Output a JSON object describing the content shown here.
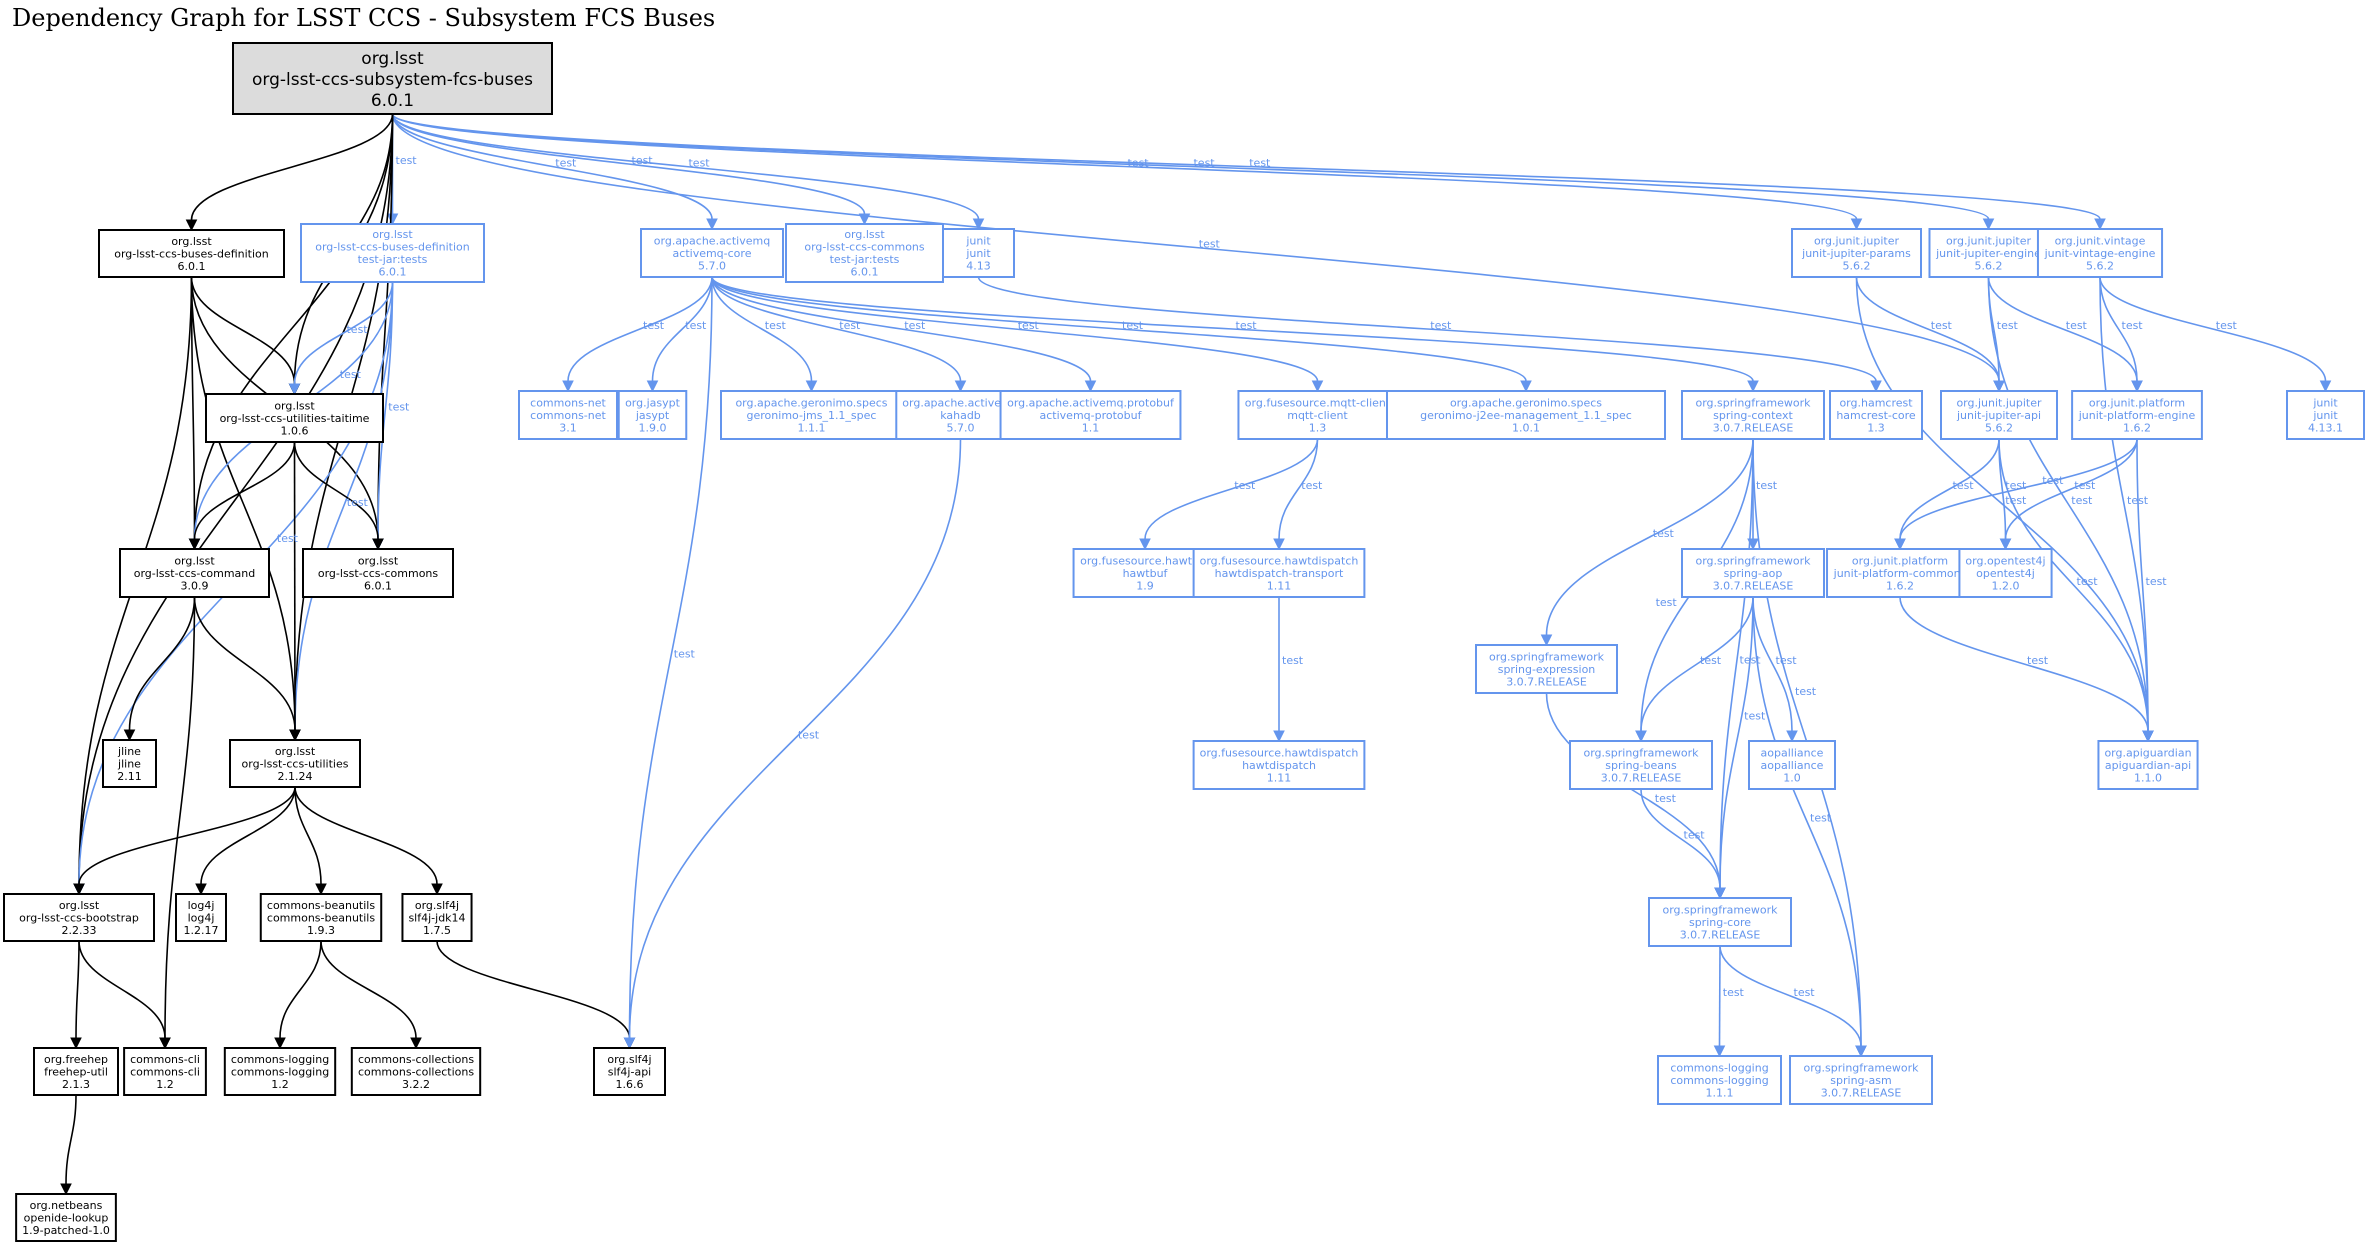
{
  "title": "Dependency Graph for LSST CCS - Subsystem FCS Buses",
  "colors": {
    "compile": "#000000",
    "test": "#6495ED",
    "root_fill": "#dcdcdc"
  },
  "edge_label": "test",
  "nodes": [
    {
      "id": "root",
      "scope": "root",
      "lines": [
        "org.lsst",
        "org-lsst-ccs-subsystem-fcs-buses",
        "6.0.1"
      ]
    },
    {
      "id": "busdef",
      "scope": "compile",
      "lines": [
        "org.lsst",
        "org-lsst-ccs-buses-definition",
        "6.0.1"
      ]
    },
    {
      "id": "busdeftest",
      "scope": "test",
      "lines": [
        "org.lsst",
        "org-lsst-ccs-buses-definition",
        "test-jar:tests",
        "6.0.1"
      ]
    },
    {
      "id": "amqcore",
      "scope": "test",
      "lines": [
        "org.apache.activemq",
        "activemq-core",
        "5.7.0"
      ]
    },
    {
      "id": "commonstest",
      "scope": "test",
      "lines": [
        "org.lsst",
        "org-lsst-ccs-commons",
        "test-jar:tests",
        "6.0.1"
      ]
    },
    {
      "id": "junit413",
      "scope": "test",
      "lines": [
        "junit",
        "junit",
        "4.13"
      ]
    },
    {
      "id": "jparams",
      "scope": "test",
      "lines": [
        "org.junit.jupiter",
        "junit-jupiter-params",
        "5.6.2"
      ]
    },
    {
      "id": "jengine",
      "scope": "test",
      "lines": [
        "org.junit.jupiter",
        "junit-jupiter-engine",
        "5.6.2"
      ]
    },
    {
      "id": "vengine",
      "scope": "test",
      "lines": [
        "org.junit.vintage",
        "junit-vintage-engine",
        "5.6.2"
      ]
    },
    {
      "id": "taitime",
      "scope": "compile",
      "lines": [
        "org.lsst",
        "org-lsst-ccs-utilities-taitime",
        "1.0.6"
      ]
    },
    {
      "id": "commonsnet",
      "scope": "test",
      "lines": [
        "commons-net",
        "commons-net",
        "3.1"
      ]
    },
    {
      "id": "jasypt",
      "scope": "test",
      "lines": [
        "org.jasypt",
        "jasypt",
        "1.9.0"
      ]
    },
    {
      "id": "jms",
      "scope": "test",
      "lines": [
        "org.apache.geronimo.specs",
        "geronimo-jms_1.1_spec",
        "1.1.1"
      ]
    },
    {
      "id": "kahadb",
      "scope": "test",
      "lines": [
        "org.apache.activemq",
        "kahadb",
        "5.7.0"
      ]
    },
    {
      "id": "protobuf",
      "scope": "test",
      "lines": [
        "org.apache.activemq.protobuf",
        "activemq-protobuf",
        "1.1"
      ]
    },
    {
      "id": "mqtt",
      "scope": "test",
      "lines": [
        "org.fusesource.mqtt-client",
        "mqtt-client",
        "1.3"
      ]
    },
    {
      "id": "j2ee",
      "scope": "test",
      "lines": [
        "org.apache.geronimo.specs",
        "geronimo-j2ee-management_1.1_spec",
        "1.0.1"
      ]
    },
    {
      "id": "spctx",
      "scope": "test",
      "lines": [
        "org.springframework",
        "spring-context",
        "3.0.7.RELEASE"
      ]
    },
    {
      "id": "hamcrest",
      "scope": "test",
      "lines": [
        "org.hamcrest",
        "hamcrest-core",
        "1.3"
      ]
    },
    {
      "id": "japi",
      "scope": "test",
      "lines": [
        "org.junit.jupiter",
        "junit-jupiter-api",
        "5.6.2"
      ]
    },
    {
      "id": "pengine",
      "scope": "test",
      "lines": [
        "org.junit.platform",
        "junit-platform-engine",
        "1.6.2"
      ]
    },
    {
      "id": "junit4131",
      "scope": "test",
      "lines": [
        "junit",
        "junit",
        "4.13.1"
      ]
    },
    {
      "id": "command",
      "scope": "compile",
      "lines": [
        "org.lsst",
        "org-lsst-ccs-command",
        "3.0.9"
      ]
    },
    {
      "id": "commons",
      "scope": "compile",
      "lines": [
        "org.lsst",
        "org-lsst-ccs-commons",
        "6.0.1"
      ]
    },
    {
      "id": "hawtbuf",
      "scope": "test",
      "lines": [
        "org.fusesource.hawtbuf",
        "hawtbuf",
        "1.9"
      ]
    },
    {
      "id": "hdtransport",
      "scope": "test",
      "lines": [
        "org.fusesource.hawtdispatch",
        "hawtdispatch-transport",
        "1.11"
      ]
    },
    {
      "id": "spaop",
      "scope": "test",
      "lines": [
        "org.springframework",
        "spring-aop",
        "3.0.7.RELEASE"
      ]
    },
    {
      "id": "pcommons",
      "scope": "test",
      "lines": [
        "org.junit.platform",
        "junit-platform-commons",
        "1.6.2"
      ]
    },
    {
      "id": "opentest4j",
      "scope": "test",
      "lines": [
        "org.opentest4j",
        "opentest4j",
        "1.2.0"
      ]
    },
    {
      "id": "spexpr",
      "scope": "test",
      "lines": [
        "org.springframework",
        "spring-expression",
        "3.0.7.RELEASE"
      ]
    },
    {
      "id": "jline",
      "scope": "compile",
      "lines": [
        "jline",
        "jline",
        "2.11"
      ]
    },
    {
      "id": "utilities",
      "scope": "compile",
      "lines": [
        "org.lsst",
        "org-lsst-ccs-utilities",
        "2.1.24"
      ]
    },
    {
      "id": "hawtdispatch",
      "scope": "test",
      "lines": [
        "org.fusesource.hawtdispatch",
        "hawtdispatch",
        "1.11"
      ]
    },
    {
      "id": "spbeans",
      "scope": "test",
      "lines": [
        "org.springframework",
        "spring-beans",
        "3.0.7.RELEASE"
      ]
    },
    {
      "id": "aopalliance",
      "scope": "test",
      "lines": [
        "aopalliance",
        "aopalliance",
        "1.0"
      ]
    },
    {
      "id": "apiguardian",
      "scope": "test",
      "lines": [
        "org.apiguardian",
        "apiguardian-api",
        "1.1.0"
      ]
    },
    {
      "id": "bootstrap",
      "scope": "compile",
      "lines": [
        "org.lsst",
        "org-lsst-ccs-bootstrap",
        "2.2.33"
      ]
    },
    {
      "id": "log4j",
      "scope": "compile",
      "lines": [
        "log4j",
        "log4j",
        "1.2.17"
      ]
    },
    {
      "id": "beanutils",
      "scope": "compile",
      "lines": [
        "commons-beanutils",
        "commons-beanutils",
        "1.9.3"
      ]
    },
    {
      "id": "slf4jjdk",
      "scope": "compile",
      "lines": [
        "org.slf4j",
        "slf4j-jdk14",
        "1.7.5"
      ]
    },
    {
      "id": "spcore",
      "scope": "test",
      "lines": [
        "org.springframework",
        "spring-core",
        "3.0.7.RELEASE"
      ]
    },
    {
      "id": "freehep",
      "scope": "compile",
      "lines": [
        "org.freehep",
        "freehep-util",
        "2.1.3"
      ]
    },
    {
      "id": "commonscli",
      "scope": "compile",
      "lines": [
        "commons-cli",
        "commons-cli",
        "1.2"
      ]
    },
    {
      "id": "commonslogging",
      "scope": "compile",
      "lines": [
        "commons-logging",
        "commons-logging",
        "1.2"
      ]
    },
    {
      "id": "collections",
      "scope": "compile",
      "lines": [
        "commons-collections",
        "commons-collections",
        "3.2.2"
      ]
    },
    {
      "id": "slf4japi",
      "scope": "compile",
      "lines": [
        "org.slf4j",
        "slf4j-api",
        "1.6.6"
      ]
    },
    {
      "id": "cl111",
      "scope": "test",
      "lines": [
        "commons-logging",
        "commons-logging",
        "1.1.1"
      ]
    },
    {
      "id": "spasm",
      "scope": "test",
      "lines": [
        "org.springframework",
        "spring-asm",
        "3.0.7.RELEASE"
      ]
    },
    {
      "id": "openide",
      "scope": "compile",
      "lines": [
        "org.netbeans",
        "openide-lookup",
        "1.9-patched-1.0"
      ]
    }
  ],
  "edges": [
    {
      "from": "root",
      "to": "busdef",
      "scope": "compile"
    },
    {
      "from": "root",
      "to": "busdeftest",
      "scope": "test"
    },
    {
      "from": "root",
      "to": "amqcore",
      "scope": "test"
    },
    {
      "from": "root",
      "to": "commonstest",
      "scope": "test"
    },
    {
      "from": "root",
      "to": "junit413",
      "scope": "test"
    },
    {
      "from": "root",
      "to": "japi",
      "scope": "test"
    },
    {
      "from": "root",
      "to": "jparams",
      "scope": "test"
    },
    {
      "from": "root",
      "to": "jengine",
      "scope": "test"
    },
    {
      "from": "root",
      "to": "vengine",
      "scope": "test"
    },
    {
      "from": "root",
      "to": "taitime",
      "scope": "compile"
    },
    {
      "from": "root",
      "to": "command",
      "scope": "compile"
    },
    {
      "from": "root",
      "to": "commons",
      "scope": "compile"
    },
    {
      "from": "root",
      "to": "utilities",
      "scope": "compile"
    },
    {
      "from": "root",
      "to": "bootstrap",
      "scope": "compile"
    },
    {
      "from": "busdef",
      "to": "taitime",
      "scope": "compile"
    },
    {
      "from": "busdef",
      "to": "command",
      "scope": "compile"
    },
    {
      "from": "busdef",
      "to": "commons",
      "scope": "compile"
    },
    {
      "from": "busdef",
      "to": "utilities",
      "scope": "compile"
    },
    {
      "from": "busdef",
      "to": "bootstrap",
      "scope": "compile"
    },
    {
      "from": "busdeftest",
      "to": "taitime",
      "scope": "test"
    },
    {
      "from": "busdeftest",
      "to": "command",
      "scope": "test"
    },
    {
      "from": "busdeftest",
      "to": "commons",
      "scope": "test"
    },
    {
      "from": "busdeftest",
      "to": "utilities",
      "scope": "test"
    },
    {
      "from": "busdeftest",
      "to": "bootstrap",
      "scope": "test"
    },
    {
      "from": "taitime",
      "to": "command",
      "scope": "compile"
    },
    {
      "from": "taitime",
      "to": "commons",
      "scope": "compile"
    },
    {
      "from": "taitime",
      "to": "utilities",
      "scope": "compile"
    },
    {
      "from": "command",
      "to": "jline",
      "scope": "compile"
    },
    {
      "from": "command",
      "to": "utilities",
      "scope": "compile"
    },
    {
      "from": "command",
      "to": "commonscli",
      "scope": "compile"
    },
    {
      "from": "utilities",
      "to": "bootstrap",
      "scope": "compile"
    },
    {
      "from": "utilities",
      "to": "log4j",
      "scope": "compile"
    },
    {
      "from": "utilities",
      "to": "beanutils",
      "scope": "compile"
    },
    {
      "from": "utilities",
      "to": "slf4jjdk",
      "scope": "compile"
    },
    {
      "from": "bootstrap",
      "to": "freehep",
      "scope": "compile"
    },
    {
      "from": "bootstrap",
      "to": "commonscli",
      "scope": "compile"
    },
    {
      "from": "beanutils",
      "to": "commonslogging",
      "scope": "compile"
    },
    {
      "from": "beanutils",
      "to": "collections",
      "scope": "compile"
    },
    {
      "from": "slf4jjdk",
      "to": "slf4japi",
      "scope": "compile"
    },
    {
      "from": "freehep",
      "to": "openide",
      "scope": "compile"
    },
    {
      "from": "amqcore",
      "to": "commonsnet",
      "scope": "test"
    },
    {
      "from": "amqcore",
      "to": "jasypt",
      "scope": "test"
    },
    {
      "from": "amqcore",
      "to": "slf4japi",
      "scope": "test"
    },
    {
      "from": "amqcore",
      "to": "jms",
      "scope": "test"
    },
    {
      "from": "amqcore",
      "to": "kahadb",
      "scope": "test"
    },
    {
      "from": "amqcore",
      "to": "protobuf",
      "scope": "test"
    },
    {
      "from": "amqcore",
      "to": "mqtt",
      "scope": "test"
    },
    {
      "from": "amqcore",
      "to": "j2ee",
      "scope": "test"
    },
    {
      "from": "amqcore",
      "to": "spctx",
      "scope": "test"
    },
    {
      "from": "kahadb",
      "to": "slf4japi",
      "scope": "test"
    },
    {
      "from": "junit413",
      "to": "hamcrest",
      "scope": "test"
    },
    {
      "from": "mqtt",
      "to": "hawtbuf",
      "scope": "test"
    },
    {
      "from": "mqtt",
      "to": "hdtransport",
      "scope": "test"
    },
    {
      "from": "hdtransport",
      "to": "hawtdispatch",
      "scope": "test"
    },
    {
      "from": "spctx",
      "to": "spexpr",
      "scope": "test"
    },
    {
      "from": "spctx",
      "to": "spbeans",
      "scope": "test"
    },
    {
      "from": "spctx",
      "to": "spaop",
      "scope": "test"
    },
    {
      "from": "spctx",
      "to": "spcore",
      "scope": "test"
    },
    {
      "from": "spctx",
      "to": "spasm",
      "scope": "test"
    },
    {
      "from": "spaop",
      "to": "spbeans",
      "scope": "test"
    },
    {
      "from": "spaop",
      "to": "spcore",
      "scope": "test"
    },
    {
      "from": "spaop",
      "to": "aopalliance",
      "scope": "test"
    },
    {
      "from": "spaop",
      "to": "spasm",
      "scope": "test"
    },
    {
      "from": "spexpr",
      "to": "spcore",
      "scope": "test"
    },
    {
      "from": "spbeans",
      "to": "spcore",
      "scope": "test"
    },
    {
      "from": "spcore",
      "to": "cl111",
      "scope": "test"
    },
    {
      "from": "spcore",
      "to": "spasm",
      "scope": "test"
    },
    {
      "from": "jparams",
      "to": "japi",
      "scope": "test"
    },
    {
      "from": "jparams",
      "to": "apiguardian",
      "scope": "test"
    },
    {
      "from": "jengine",
      "to": "japi",
      "scope": "test"
    },
    {
      "from": "jengine",
      "to": "pengine",
      "scope": "test"
    },
    {
      "from": "jengine",
      "to": "apiguardian",
      "scope": "test"
    },
    {
      "from": "vengine",
      "to": "pengine",
      "scope": "test"
    },
    {
      "from": "vengine",
      "to": "junit4131",
      "scope": "test"
    },
    {
      "from": "vengine",
      "to": "apiguardian",
      "scope": "test"
    },
    {
      "from": "japi",
      "to": "pcommons",
      "scope": "test"
    },
    {
      "from": "japi",
      "to": "opentest4j",
      "scope": "test"
    },
    {
      "from": "japi",
      "to": "apiguardian",
      "scope": "test"
    },
    {
      "from": "pengine",
      "to": "pcommons",
      "scope": "test"
    },
    {
      "from": "pengine",
      "to": "opentest4j",
      "scope": "test"
    },
    {
      "from": "pengine",
      "to": "apiguardian",
      "scope": "test"
    },
    {
      "from": "pcommons",
      "to": "apiguardian",
      "scope": "test"
    }
  ]
}
